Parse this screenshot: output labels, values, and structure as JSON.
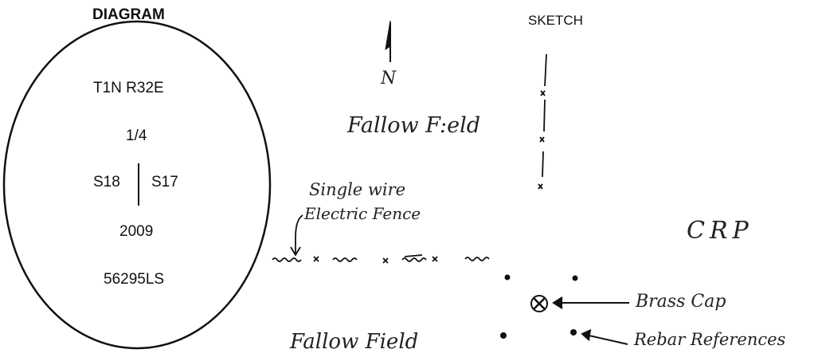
{
  "diagram": {
    "title": "DIAGRAM",
    "township_range": "T1N  R32E",
    "quarter": "1/4",
    "section_left": "S18",
    "section_right": "S17",
    "year": "2009",
    "id": "56295LS"
  },
  "sketch": {
    "title": "SKETCH",
    "north_label": "N",
    "fallow_field_top": "Fallow F:eld",
    "fence_label_line1": "Single wire",
    "fence_label_line2": "Electric Fence",
    "crp_label": "CRP",
    "brass_cap_label": "Brass Cap",
    "rebar_label": "Rebar References",
    "fallow_field_bottom": "Fallow Field"
  }
}
